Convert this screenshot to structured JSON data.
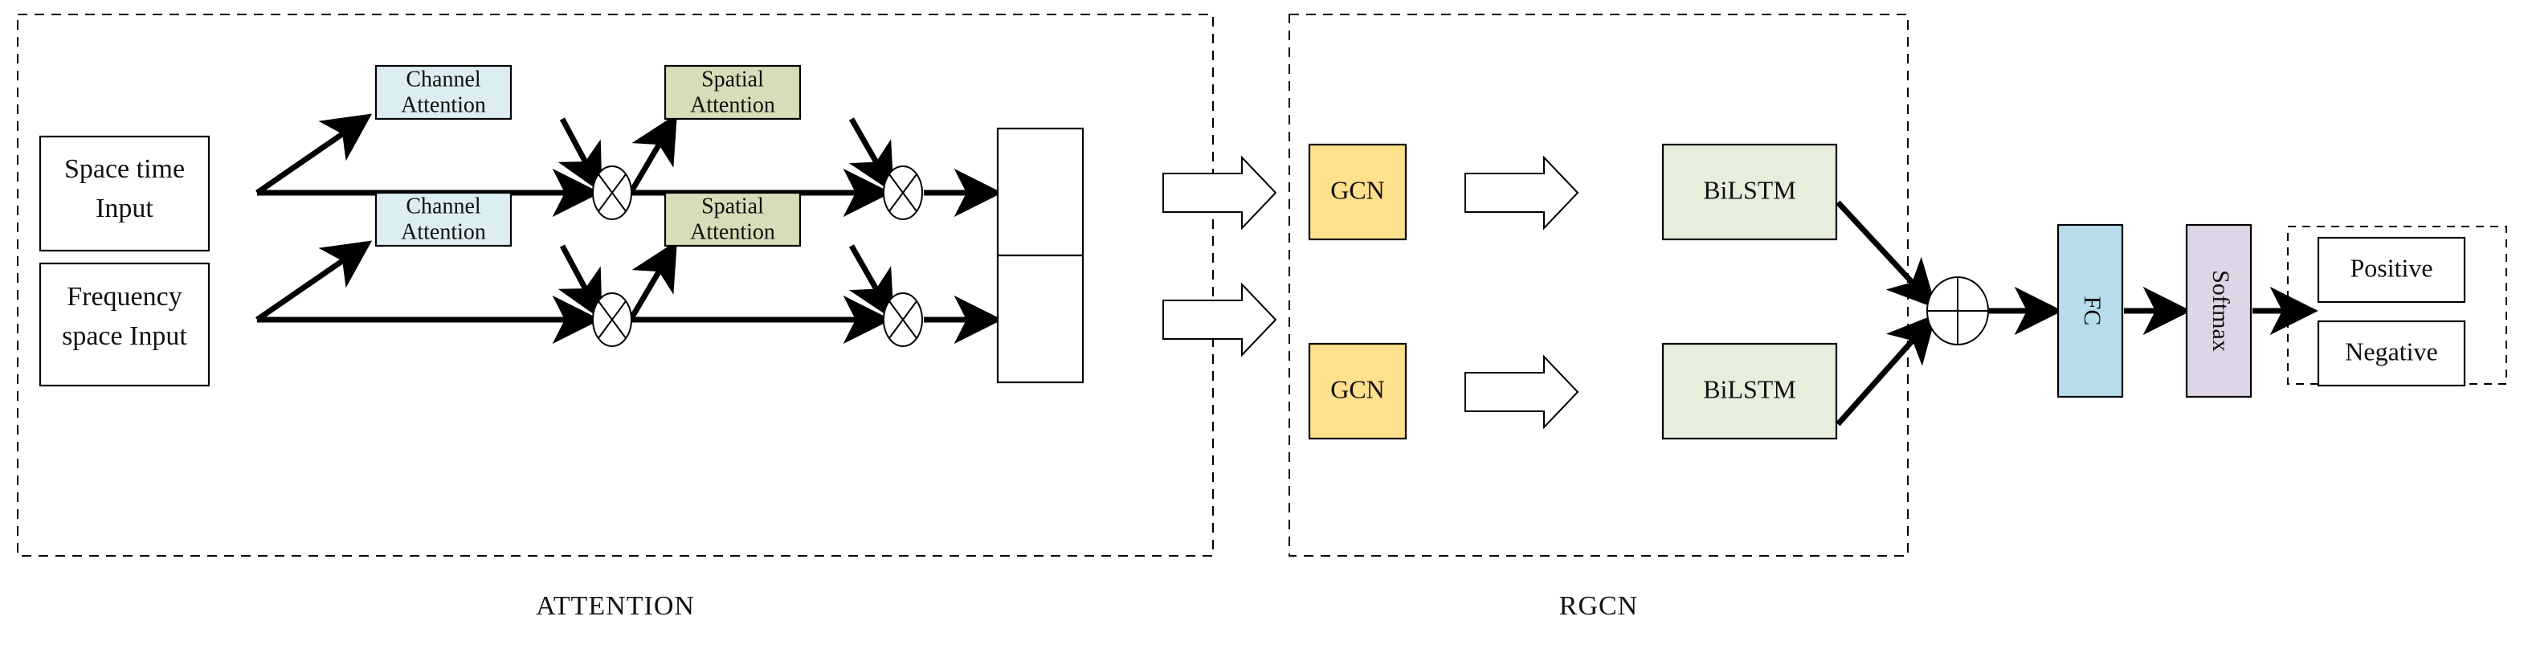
{
  "figure": {
    "title": "",
    "groups": [
      {
        "id": "attention",
        "caption": "ATTENTION"
      },
      {
        "id": "rgcn",
        "caption": "RGCN"
      }
    ]
  },
  "colors": {
    "channel_attention_fill": "#dceef3",
    "spatial_attention_fill": "#d6ddb8",
    "gcn_fill": "#ffe08c",
    "bilstm_fill": "#e8eedc",
    "fc_fill": "#b6dde9",
    "softmax_fill": "#ded5e6",
    "plain_fill": "#ffffff",
    "stroke": "#000000",
    "background": "#ffffff"
  },
  "attention_branch_top": {
    "input_label_line1": "Space time",
    "input_label_line2": "Input",
    "channel_attention_line1": "Channel",
    "channel_attention_line2": "Attention",
    "spatial_attention_line1": "Spatial",
    "spatial_attention_line2": "Attention",
    "multiply_op_1": "⊗",
    "multiply_op_2": "⊗",
    "output_label": ""
  },
  "attention_branch_bottom": {
    "input_label_line1": "Frequency",
    "input_label_line2": "space Input",
    "channel_attention_line1": "Channel",
    "channel_attention_line2": "Attention",
    "spatial_attention_line1": "Spatial",
    "spatial_attention_line2": "Attention",
    "multiply_op_1": "⊗",
    "multiply_op_2": "⊗",
    "output_label": ""
  },
  "rgcn_branch_top": {
    "gcn_label": "GCN",
    "bilstm_label": "BiLSTM"
  },
  "rgcn_branch_bottom": {
    "gcn_label": "GCN",
    "bilstm_label": "BiLSTM"
  },
  "fusion": {
    "add_op": "⊕",
    "fc_label": "FC",
    "softmax_label": "Softmax"
  },
  "outputs": {
    "positive_label": "Positive",
    "negative_label": "Negative"
  }
}
